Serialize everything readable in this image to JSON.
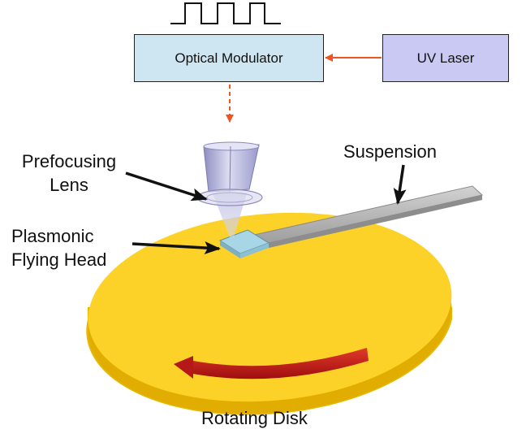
{
  "boxes": {
    "modulator": {
      "label": "Optical Modulator",
      "fill": "#cde6f1"
    },
    "laser": {
      "label": "UV Laser",
      "fill": "#c9c9f4"
    }
  },
  "labels": {
    "prefocusing_line1": "Prefocusing",
    "prefocusing_line2": "Lens",
    "suspension": "Suspension",
    "head_line1": "Plasmonic",
    "head_line2": "Flying Head",
    "disk": "Rotating Disk"
  },
  "colors": {
    "disk_top": "#fcd229",
    "disk_edge": "#e0b000",
    "beam_arrow": "#ee5522",
    "rotation_arrow": "#c41515",
    "suspension": "#b9b9b9",
    "flying_head": "#9fcfe0",
    "lens": "#b8b8dc"
  }
}
